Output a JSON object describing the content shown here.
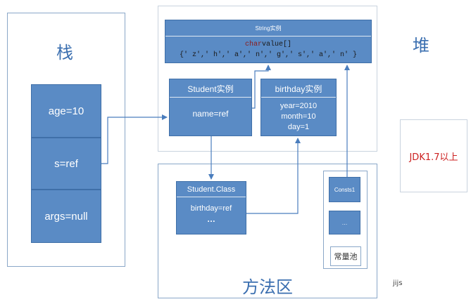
{
  "stack": {
    "title": "栈",
    "cells": [
      "age=10",
      "s=ref",
      "args=null"
    ]
  },
  "heap": {
    "title": "堆",
    "string_box": {
      "header": "String实例",
      "code_keyword": "char",
      "code_field": " value[]",
      "chars": "{' z',' h',' a',' n',' g',' s',' a',' n' }"
    },
    "student_box": {
      "header": "Student实例",
      "body": "name=ref"
    },
    "birthday_box": {
      "header": "birthday实例",
      "lines": [
        "year=2010",
        "month=10",
        "day=1"
      ]
    }
  },
  "method_area": {
    "title": "方法区",
    "class_box": {
      "header": "Student.Class",
      "lines": [
        "birthday=ref",
        "…"
      ]
    },
    "pool": {
      "items": [
        "Consts1",
        "…"
      ],
      "label": "常量池"
    }
  },
  "note": "JDK1.7以上",
  "watermark": "jijs",
  "colors": {
    "box": "#5a8bc5",
    "border": "#3f6fa8",
    "note": "#cc1f1f",
    "title": "#3b6fb0"
  }
}
